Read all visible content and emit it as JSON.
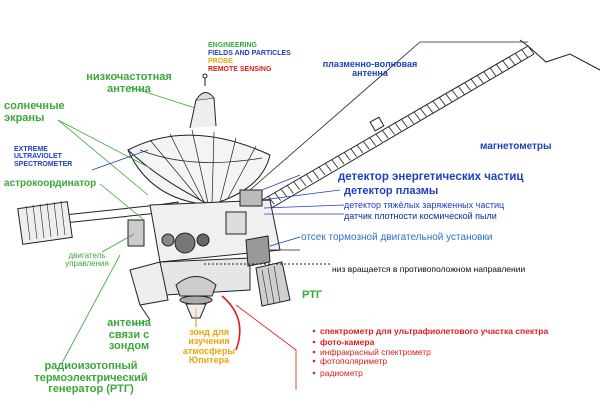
{
  "legend": {
    "engineering": "ENGINEERING",
    "fields": "FIELDS AND PARTICLES",
    "probe": "PROBE",
    "remote": "REMOTE SENSING",
    "colors": {
      "engineering": "#3aa83a",
      "fields": "#1f3fbf",
      "probe": "#f2a20a",
      "remote": "#e01b1b"
    }
  },
  "labels": {
    "lga": "низкочастотная антенна",
    "sunshades": "солнечные экраны",
    "euv": "EXTREME ULTRAVIOLET SPECTROMETER",
    "star_scanner": "астрокоординатор",
    "thrusters": "двигатель управления",
    "probe_antenna": "антенна связи с зондом",
    "rtg_left": "радиоизотопный термоэлектрический генератор (РТГ)",
    "probe": "зонд для изучения атмосферы Юпитера",
    "pws": "плазменно-волновая антенна",
    "magnetometers": "магнетометры",
    "epd": "детектор энергетических частиц",
    "pls": "детектор плазмы",
    "hic": "детектор тяжёлых заряженных частиц",
    "dds": "датчик плотности космической пыли",
    "rpm": "отсек тормозной двигательной установки",
    "despun": "низ вращается в противоположном направлении",
    "rtg_right": "РТГ"
  },
  "remote_sensing": [
    "спектрометр для ультрафиолетового участка спектра",
    "фото-камера",
    "инфракрасный спектрометр",
    "фотополяриметр",
    "радиометр"
  ]
}
